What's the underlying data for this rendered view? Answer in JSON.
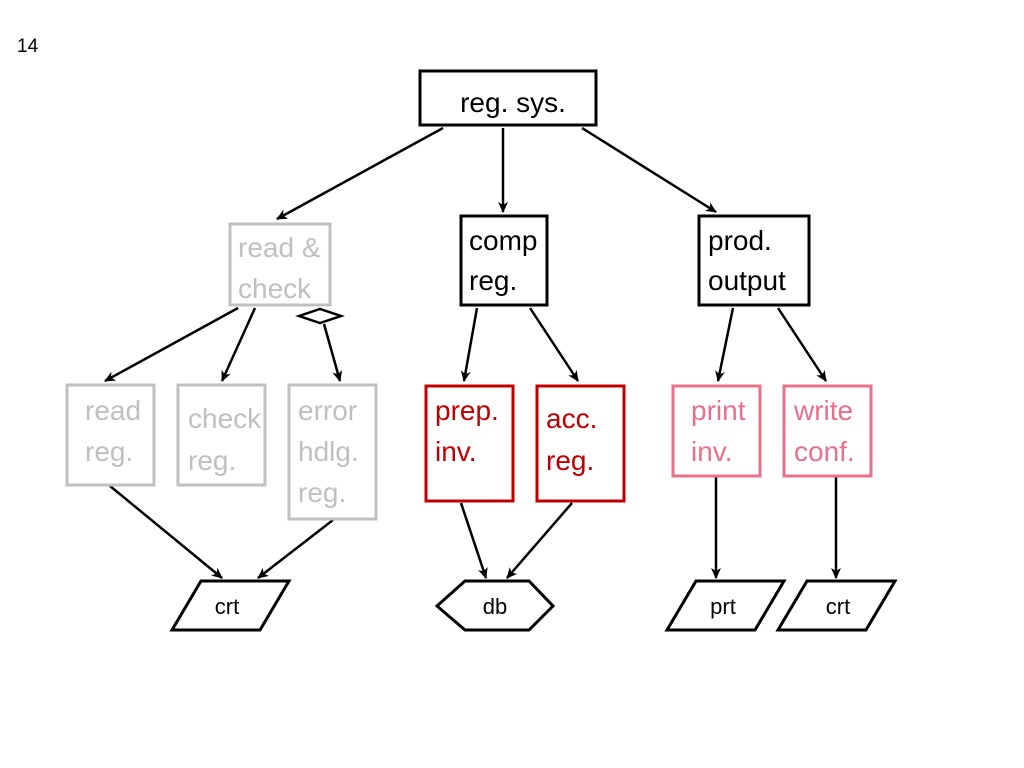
{
  "page_number": "14",
  "colors": {
    "black": "#000000",
    "grey": "#c0c0c0",
    "dark_red": "#c00000",
    "pink": "#e8708a"
  },
  "nodes": {
    "root": {
      "lines": [
        "reg. sys."
      ]
    },
    "read_check": {
      "lines": [
        "read &",
        "check"
      ]
    },
    "comp_reg": {
      "lines": [
        "comp",
        "reg."
      ]
    },
    "prod_output": {
      "lines": [
        "prod.",
        "output"
      ]
    },
    "read_reg": {
      "lines": [
        "read",
        "reg."
      ]
    },
    "check_reg": {
      "lines": [
        "check",
        "reg."
      ]
    },
    "error_hdlg": {
      "lines": [
        "error",
        "hdlg.",
        "reg."
      ]
    },
    "prep_inv": {
      "lines": [
        "prep.",
        "inv."
      ]
    },
    "acc_reg": {
      "lines": [
        "acc.",
        "reg."
      ]
    },
    "print_inv": {
      "lines": [
        "print",
        "inv."
      ]
    },
    "write_conf": {
      "lines": [
        "write",
        "conf."
      ]
    },
    "crt_1": {
      "label": "crt"
    },
    "db": {
      "label": "db"
    },
    "prt": {
      "label": "prt"
    },
    "crt_2": {
      "label": "crt"
    }
  }
}
